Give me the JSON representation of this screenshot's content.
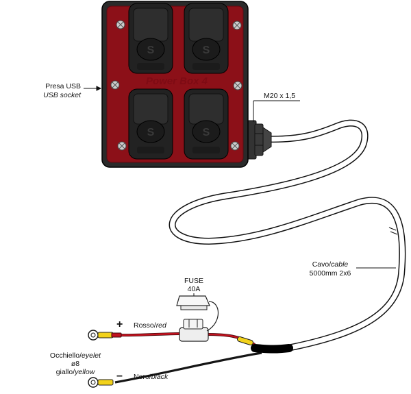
{
  "product": {
    "title": "Power Box 4"
  },
  "labels": {
    "usb": {
      "it": "Presa USB",
      "en": "USB socket"
    },
    "gland": "M20 x 1,5",
    "cable": {
      "it": "Cavo/",
      "en": "cable",
      "spec": "5000mm 2x6"
    },
    "fuse": {
      "line1": "FUSE",
      "line2": "40A"
    },
    "red_wire": {
      "it": "Rosso/",
      "en": "red",
      "sign": "+"
    },
    "black_wire": {
      "it": "Nero/",
      "en": "black",
      "sign": "–"
    },
    "eyelet": {
      "it": "Occhiello/",
      "en": "eyelet",
      "size": "ø8",
      "color_it": "giallo/",
      "color_en": "yellow"
    }
  },
  "colors": {
    "box_red": "#8c1018",
    "box_frame": "#2a2a2a",
    "socket": "#262626",
    "wire_red": "#c1121f",
    "wire_black": "#151515",
    "terminal_yellow": "#f2d21b",
    "cable_white": "#ffffff"
  }
}
